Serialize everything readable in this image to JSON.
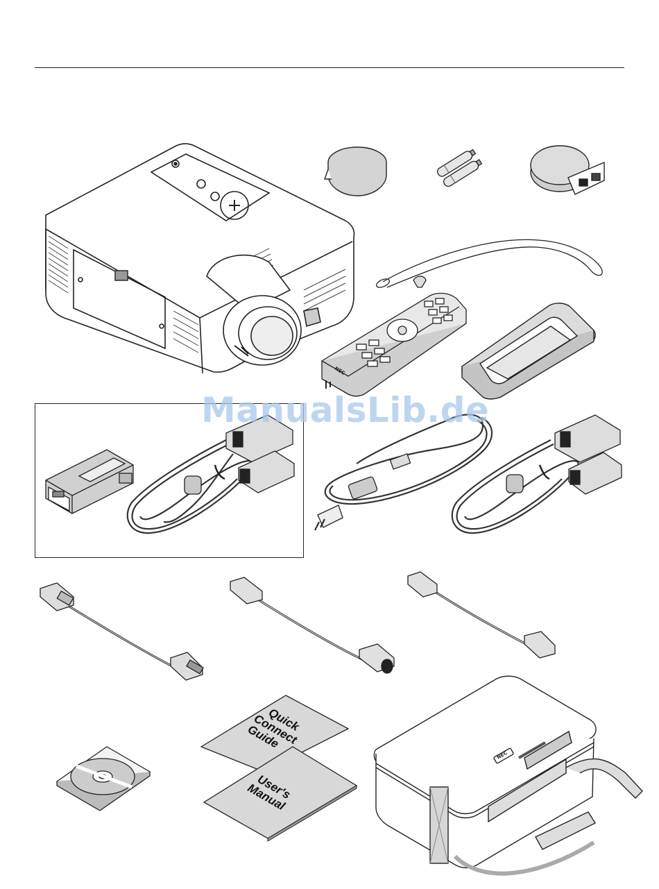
{
  "page": {
    "watermark": "ManualsLib.de"
  },
  "manuals": {
    "quick_guide_title": [
      "Quick",
      "Connect",
      "Guide"
    ],
    "users_manual_title": [
      "User's",
      "Manual"
    ]
  },
  "brand": {
    "logo_text": "NEC"
  },
  "icons": {
    "projector": "projector-icon",
    "lens_cap": "lens-cap-icon",
    "batteries": "aa-batteries-icon",
    "remote_receiver": "remote-receiver-icon",
    "lens_cap_strap": "lens-cap-strap-icon",
    "remote_control": "remote-control-icon",
    "remote_holder": "remote-holder-icon",
    "adapter": "vga-mac-adapter-icon",
    "rgb_cable_boxed": "rgb-cable-icon",
    "power_cord": "power-cord-icon",
    "rgb_cable": "rgb-signal-cable-icon",
    "usb_cable": "usb-cable-icon",
    "ps2_cable": "ps2-mouse-cable-icon",
    "serial_cable": "serial-mouse-cable-icon",
    "cd_rom": "cd-rom-icon",
    "carrying_case": "carrying-case-icon"
  }
}
